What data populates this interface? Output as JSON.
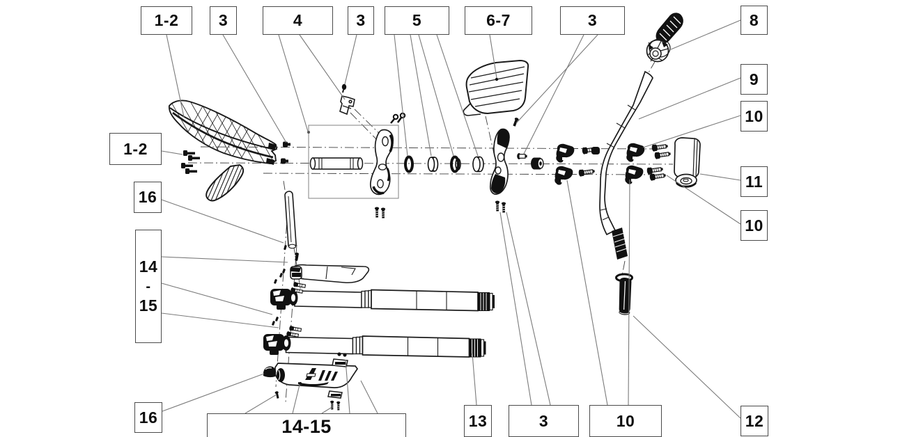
{
  "diagram": {
    "kind": "exploded-parts-diagram",
    "subject": "handlebar-and-front-fork-assembly",
    "background_color": "#ffffff",
    "line_color": "#1b1b1b",
    "leader_line_color": "#7a7a7a",
    "callout_border_color": "#4a4a4a",
    "construction_line_style": "dash-dot"
  },
  "callouts": [
    {
      "id": "top-1-2",
      "label": "1-2"
    },
    {
      "id": "top-3a",
      "label": "3"
    },
    {
      "id": "top-4",
      "label": "4"
    },
    {
      "id": "top-3b",
      "label": "3"
    },
    {
      "id": "top-5",
      "label": "5"
    },
    {
      "id": "top-6-7",
      "label": "6-7"
    },
    {
      "id": "top-3c",
      "label": "3"
    },
    {
      "id": "top-8",
      "label": "8"
    },
    {
      "id": "right-9",
      "label": "9"
    },
    {
      "id": "right-10a",
      "label": "10"
    },
    {
      "id": "right-11",
      "label": "11"
    },
    {
      "id": "right-10b",
      "label": "10"
    },
    {
      "id": "right-12",
      "label": "12"
    },
    {
      "id": "left-1-2",
      "label": "1-2"
    },
    {
      "id": "left-16",
      "label": "16"
    },
    {
      "id": "left-14",
      "label": "14"
    },
    {
      "id": "left-range-dash",
      "label": "-"
    },
    {
      "id": "left-15",
      "label": "15"
    },
    {
      "id": "bottom-16",
      "label": "16"
    },
    {
      "id": "bottom-14-15",
      "label": "14-15"
    },
    {
      "id": "bottom-13",
      "label": "13"
    },
    {
      "id": "bottom-3",
      "label": "3"
    },
    {
      "id": "bottom-10",
      "label": "10"
    }
  ],
  "drawing_parts": [
    "handguard-left",
    "handguard-right",
    "mount-bracket",
    "pivot-sleeve",
    "washer-set",
    "lever-link-left",
    "lever-link-right",
    "cap-nut",
    "bar-clamps",
    "clamp-bolts",
    "handlebar",
    "throttle-assembly",
    "grip-pad",
    "grip",
    "fork-tube-upper",
    "fork-tube-lower",
    "riser-clamps",
    "guard-plate",
    "steering-tube",
    "skid-plate",
    "dome-cap",
    "assembly-screws"
  ]
}
